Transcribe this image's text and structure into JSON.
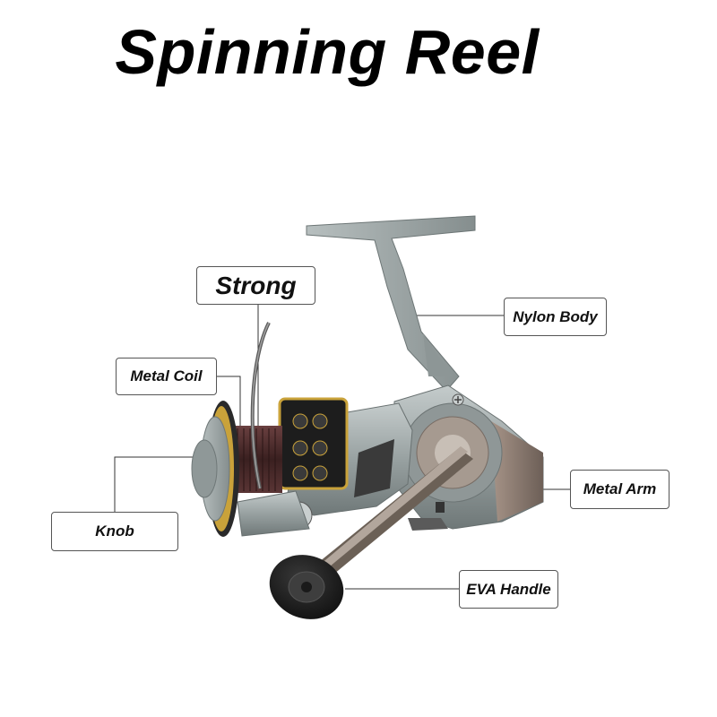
{
  "title": "Spinning Reel",
  "labels": {
    "strong": "Strong",
    "metal_coil": "Metal Coil",
    "knob": "Knob",
    "nylon_body": "Nylon Body",
    "metal_arm": "Metal Arm",
    "eva_handle": "EVA Handle"
  },
  "colors": {
    "body_silver": "#9aa3a3",
    "spool_gold": "#c9a23a",
    "spool_maroon": "#4a2a2a",
    "handle_black": "#222222",
    "arm_bronze": "#8a7a70"
  }
}
